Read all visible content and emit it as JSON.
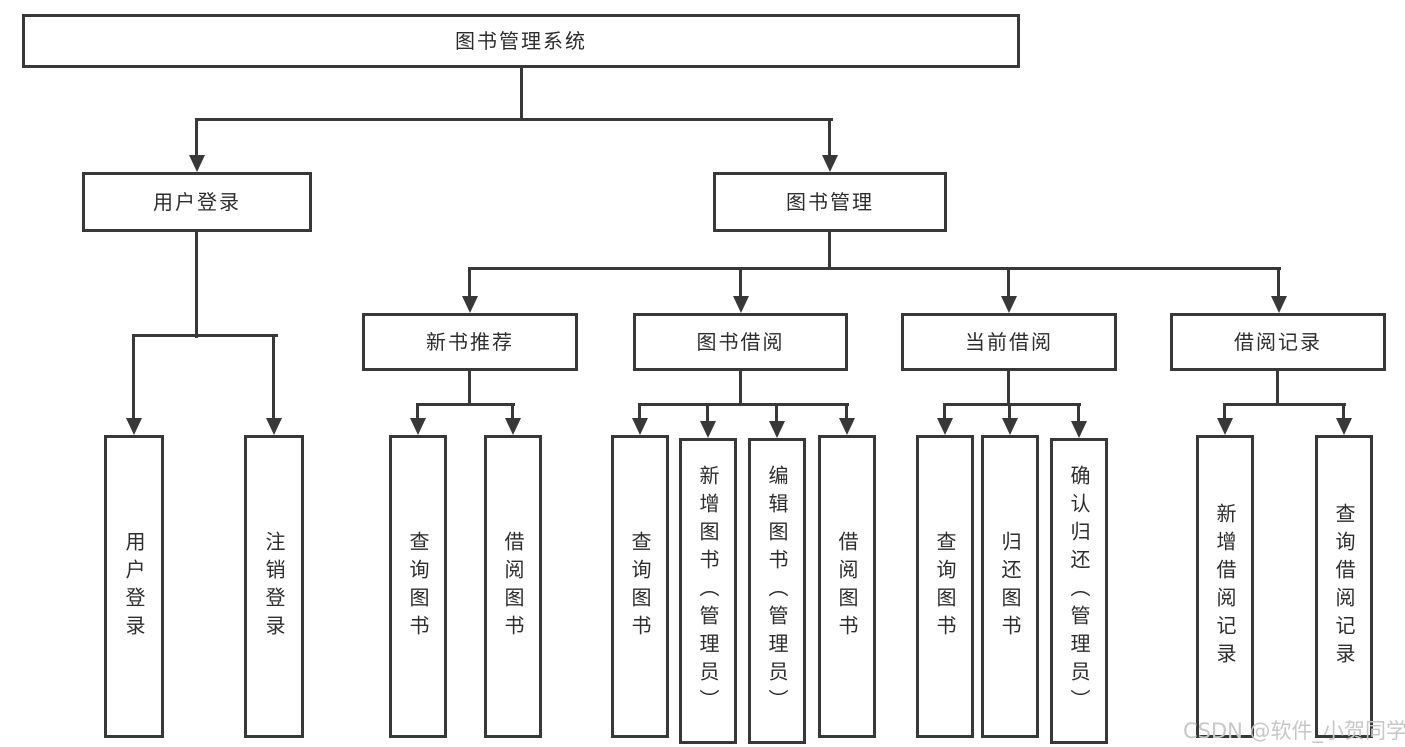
{
  "title": "图书管理系统",
  "nodes": {
    "root": "图书管理系统",
    "user_login": "用户登录",
    "book_mgmt": "图书管理",
    "new_book_rec": "新书推荐",
    "book_borrow": "图书借阅",
    "current_borrow": "当前借阅",
    "borrow_records": "借阅记录",
    "leaf_user_login": "用户登录",
    "leaf_logout": "注销登录",
    "nb_query": "查询图书",
    "nb_borrow": "借阅图书",
    "bb_query": "查询图书",
    "bb_add": "新增图书（管理员）",
    "bb_edit": "编辑图书（管理员）",
    "bb_borrow": "借阅图书",
    "cb_query": "查询图书",
    "cb_return": "归还图书",
    "cb_confirm": "确认归还（管理员）",
    "br_add": "新增借阅记录",
    "br_query": "查询借阅记录"
  },
  "hierarchy": {
    "root": [
      "user_login",
      "book_mgmt"
    ],
    "user_login": [
      "leaf_user_login",
      "leaf_logout"
    ],
    "book_mgmt": [
      "new_book_rec",
      "book_borrow",
      "current_borrow",
      "borrow_records"
    ],
    "new_book_rec": [
      "nb_query",
      "nb_borrow"
    ],
    "book_borrow": [
      "bb_query",
      "bb_add",
      "bb_edit",
      "bb_borrow"
    ],
    "current_borrow": [
      "cb_query",
      "cb_return",
      "cb_confirm"
    ],
    "borrow_records": [
      "br_add",
      "br_query"
    ]
  },
  "watermark": "CSDN @软件_小贺同学",
  "colors": {
    "line": "#383838",
    "box_border": "#383838",
    "box_bg": "#ffffff",
    "text": "#2d2d2d",
    "watermark": "#c7c7c7"
  }
}
